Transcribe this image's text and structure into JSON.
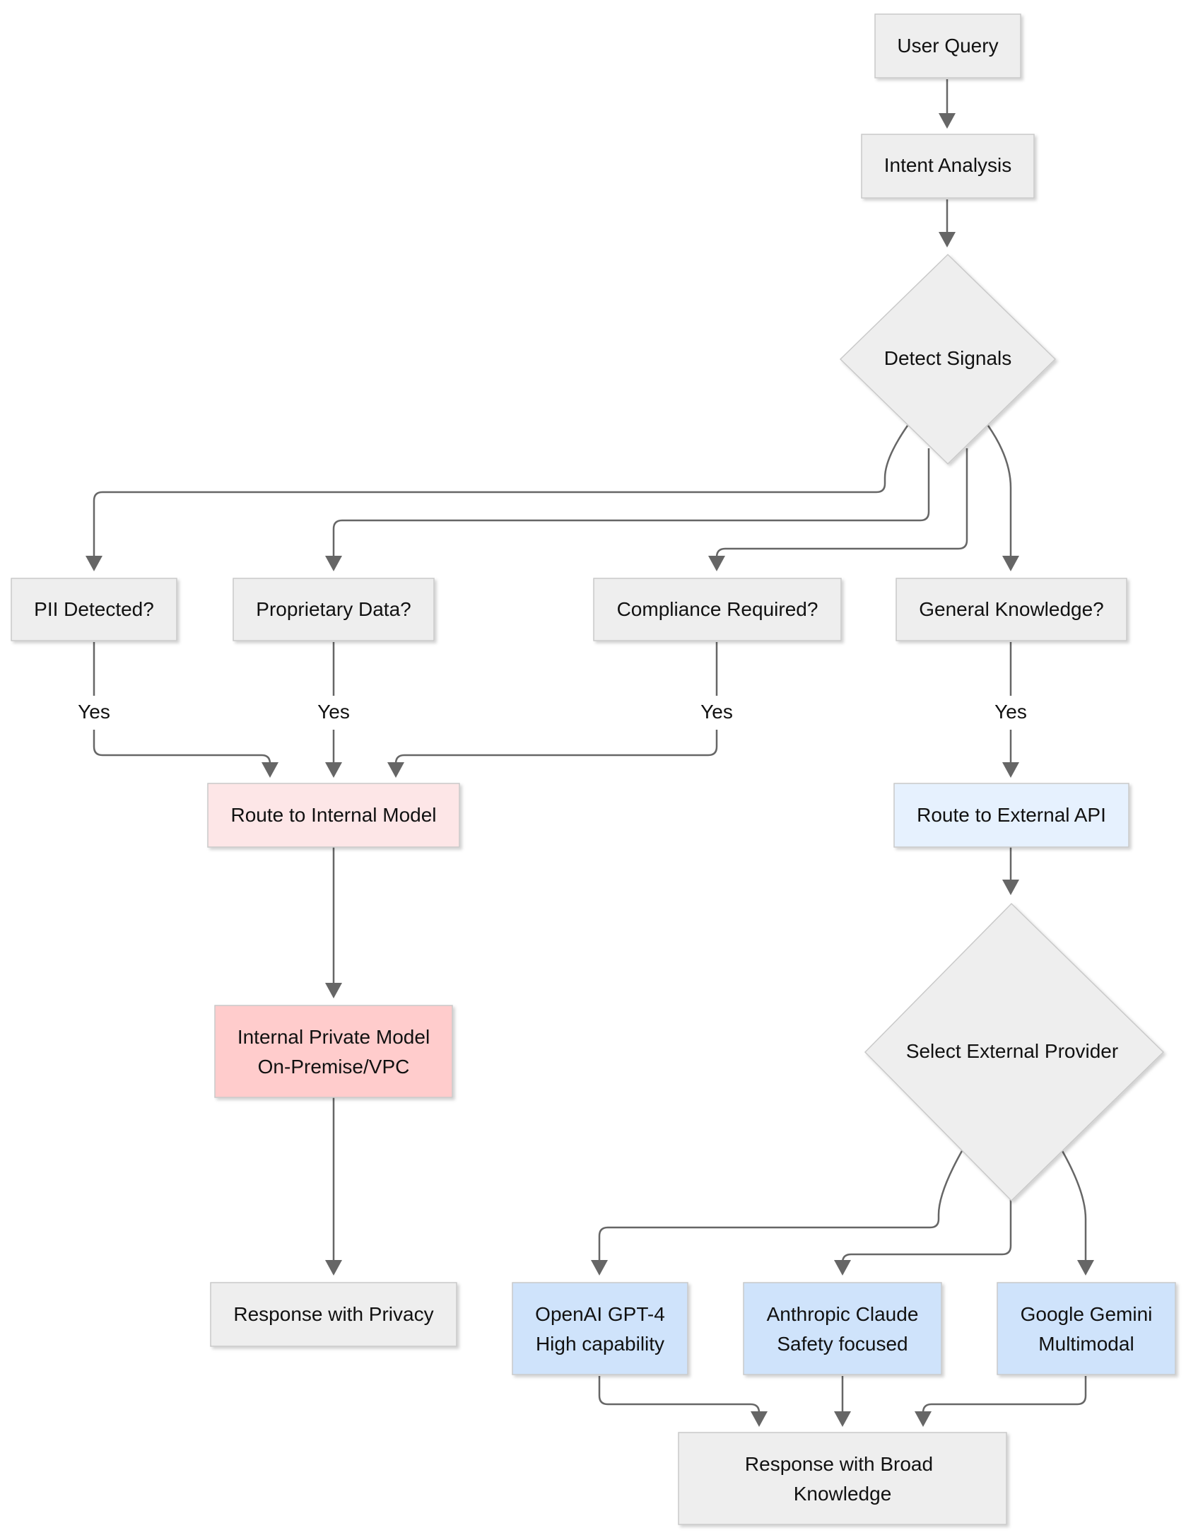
{
  "colors": {
    "default_fill": "#eeeeee",
    "internal_route_fill": "#fde6e7",
    "internal_model_fill": "#ffcccc",
    "external_route_fill": "#e6f1fe",
    "provider_fill": "#cfe3fb",
    "edge": "#666666"
  },
  "nodes": {
    "user_query": "User Query",
    "intent_analysis": "Intent Analysis",
    "detect_signals": "Detect Signals",
    "pii_detected": "PII Detected?",
    "proprietary_data": "Proprietary Data?",
    "compliance_required": "Compliance Required?",
    "general_knowledge": "General Knowledge?",
    "route_internal": "Route to Internal Model",
    "route_external": "Route to External API",
    "internal_model_line1": "Internal Private Model",
    "internal_model_line2": "On-Premise/VPC",
    "select_provider": "Select External Provider",
    "response_privacy": "Response with Privacy",
    "openai_line1": "OpenAI GPT-4",
    "openai_line2": "High capability",
    "anthropic_line1": "Anthropic Claude",
    "anthropic_line2": "Safety focused",
    "google_line1": "Google Gemini",
    "google_line2": "Multimodal",
    "response_broad_line1": "Response with Broad",
    "response_broad_line2": "Knowledge"
  },
  "edge_labels": {
    "pii_yes": "Yes",
    "proprietary_yes": "Yes",
    "compliance_yes": "Yes",
    "general_yes": "Yes"
  }
}
